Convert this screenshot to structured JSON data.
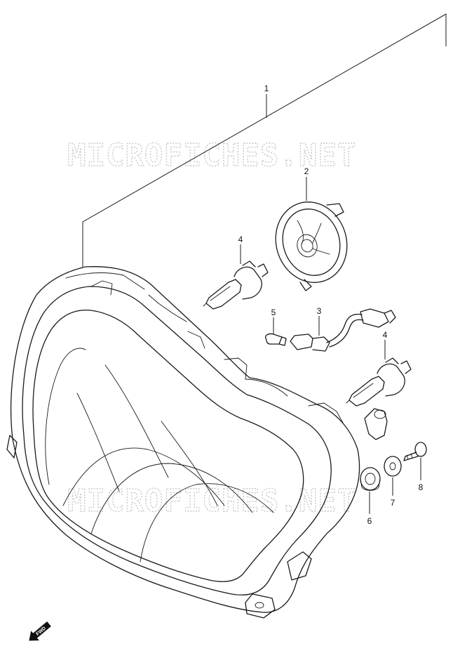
{
  "watermark": "MICROFICHES.NET",
  "direction_label": "FWD",
  "callouts": [
    {
      "id": "callout-1",
      "label": "1"
    },
    {
      "id": "callout-2",
      "label": "2"
    },
    {
      "id": "callout-3",
      "label": "3"
    },
    {
      "id": "callout-4a",
      "label": "4"
    },
    {
      "id": "callout-4b",
      "label": "4"
    },
    {
      "id": "callout-5",
      "label": "5"
    },
    {
      "id": "callout-6",
      "label": "6"
    },
    {
      "id": "callout-7",
      "label": "7"
    },
    {
      "id": "callout-8",
      "label": "8"
    }
  ]
}
